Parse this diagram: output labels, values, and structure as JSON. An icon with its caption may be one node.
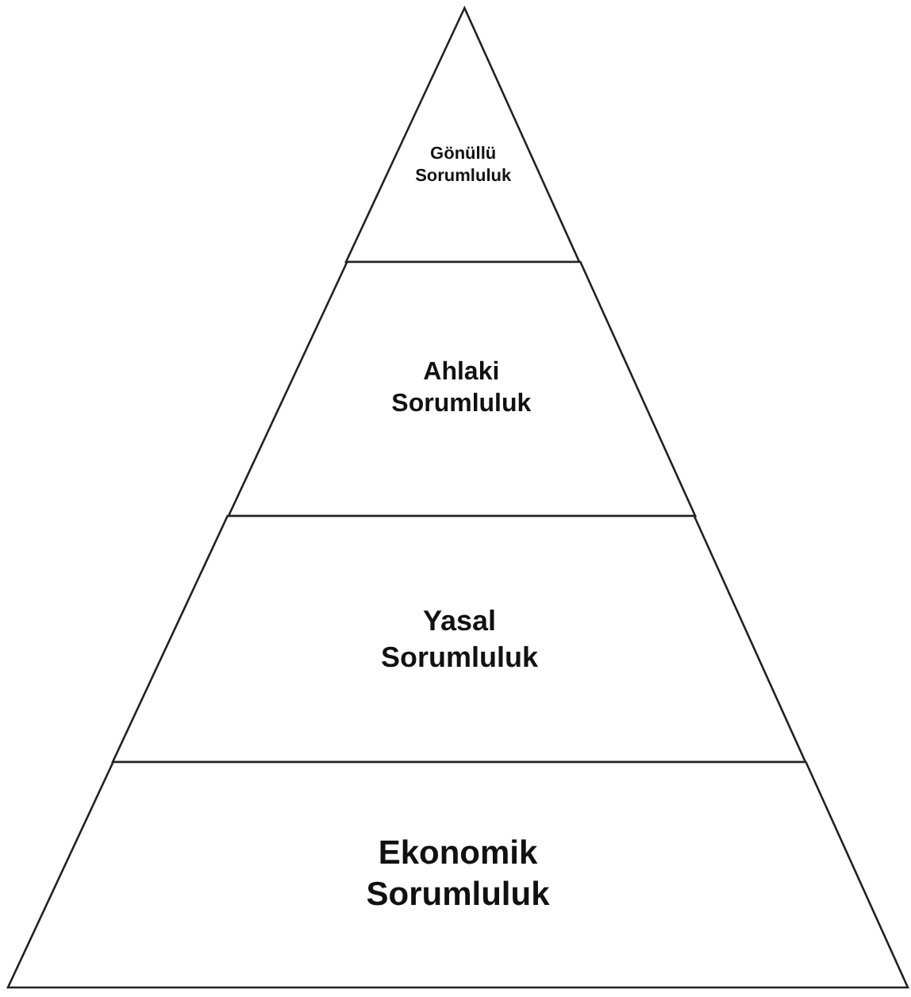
{
  "diagram": {
    "nodes": [
      {
        "text": [
          "Gönüllü Sorumluluk"
        ]
      },
      {
        "text": [
          "Ahlaki Sorumluluk"
        ]
      },
      {
        "text": [
          "Yasal Sorumluluk"
        ]
      },
      {
        "text": [
          "Ekonomik Sorumluluk"
        ]
      }
    ]
  }
}
